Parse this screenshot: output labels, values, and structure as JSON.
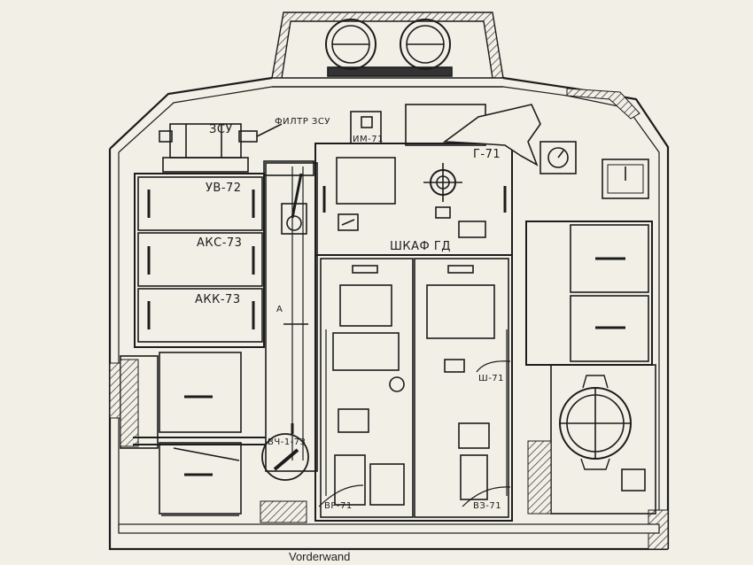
{
  "diagram": {
    "labels": {
      "zsu": "ЗСУ",
      "filtr_zsu": "ФИЛТР ЗСУ",
      "im71": "ИМ-71",
      "g71": "Г-71",
      "uv72": "УВ-72",
      "aks73": "АКС-73",
      "akk73": "АКК-73",
      "shkaf_gd": "ШКАФ ГД",
      "a": "А",
      "sh71": "Ш-71",
      "vch173": "ВЧ-1-73",
      "vr71": "ВР-71",
      "vz71": "ВЗ-71"
    },
    "caption": "Vorderwand"
  }
}
